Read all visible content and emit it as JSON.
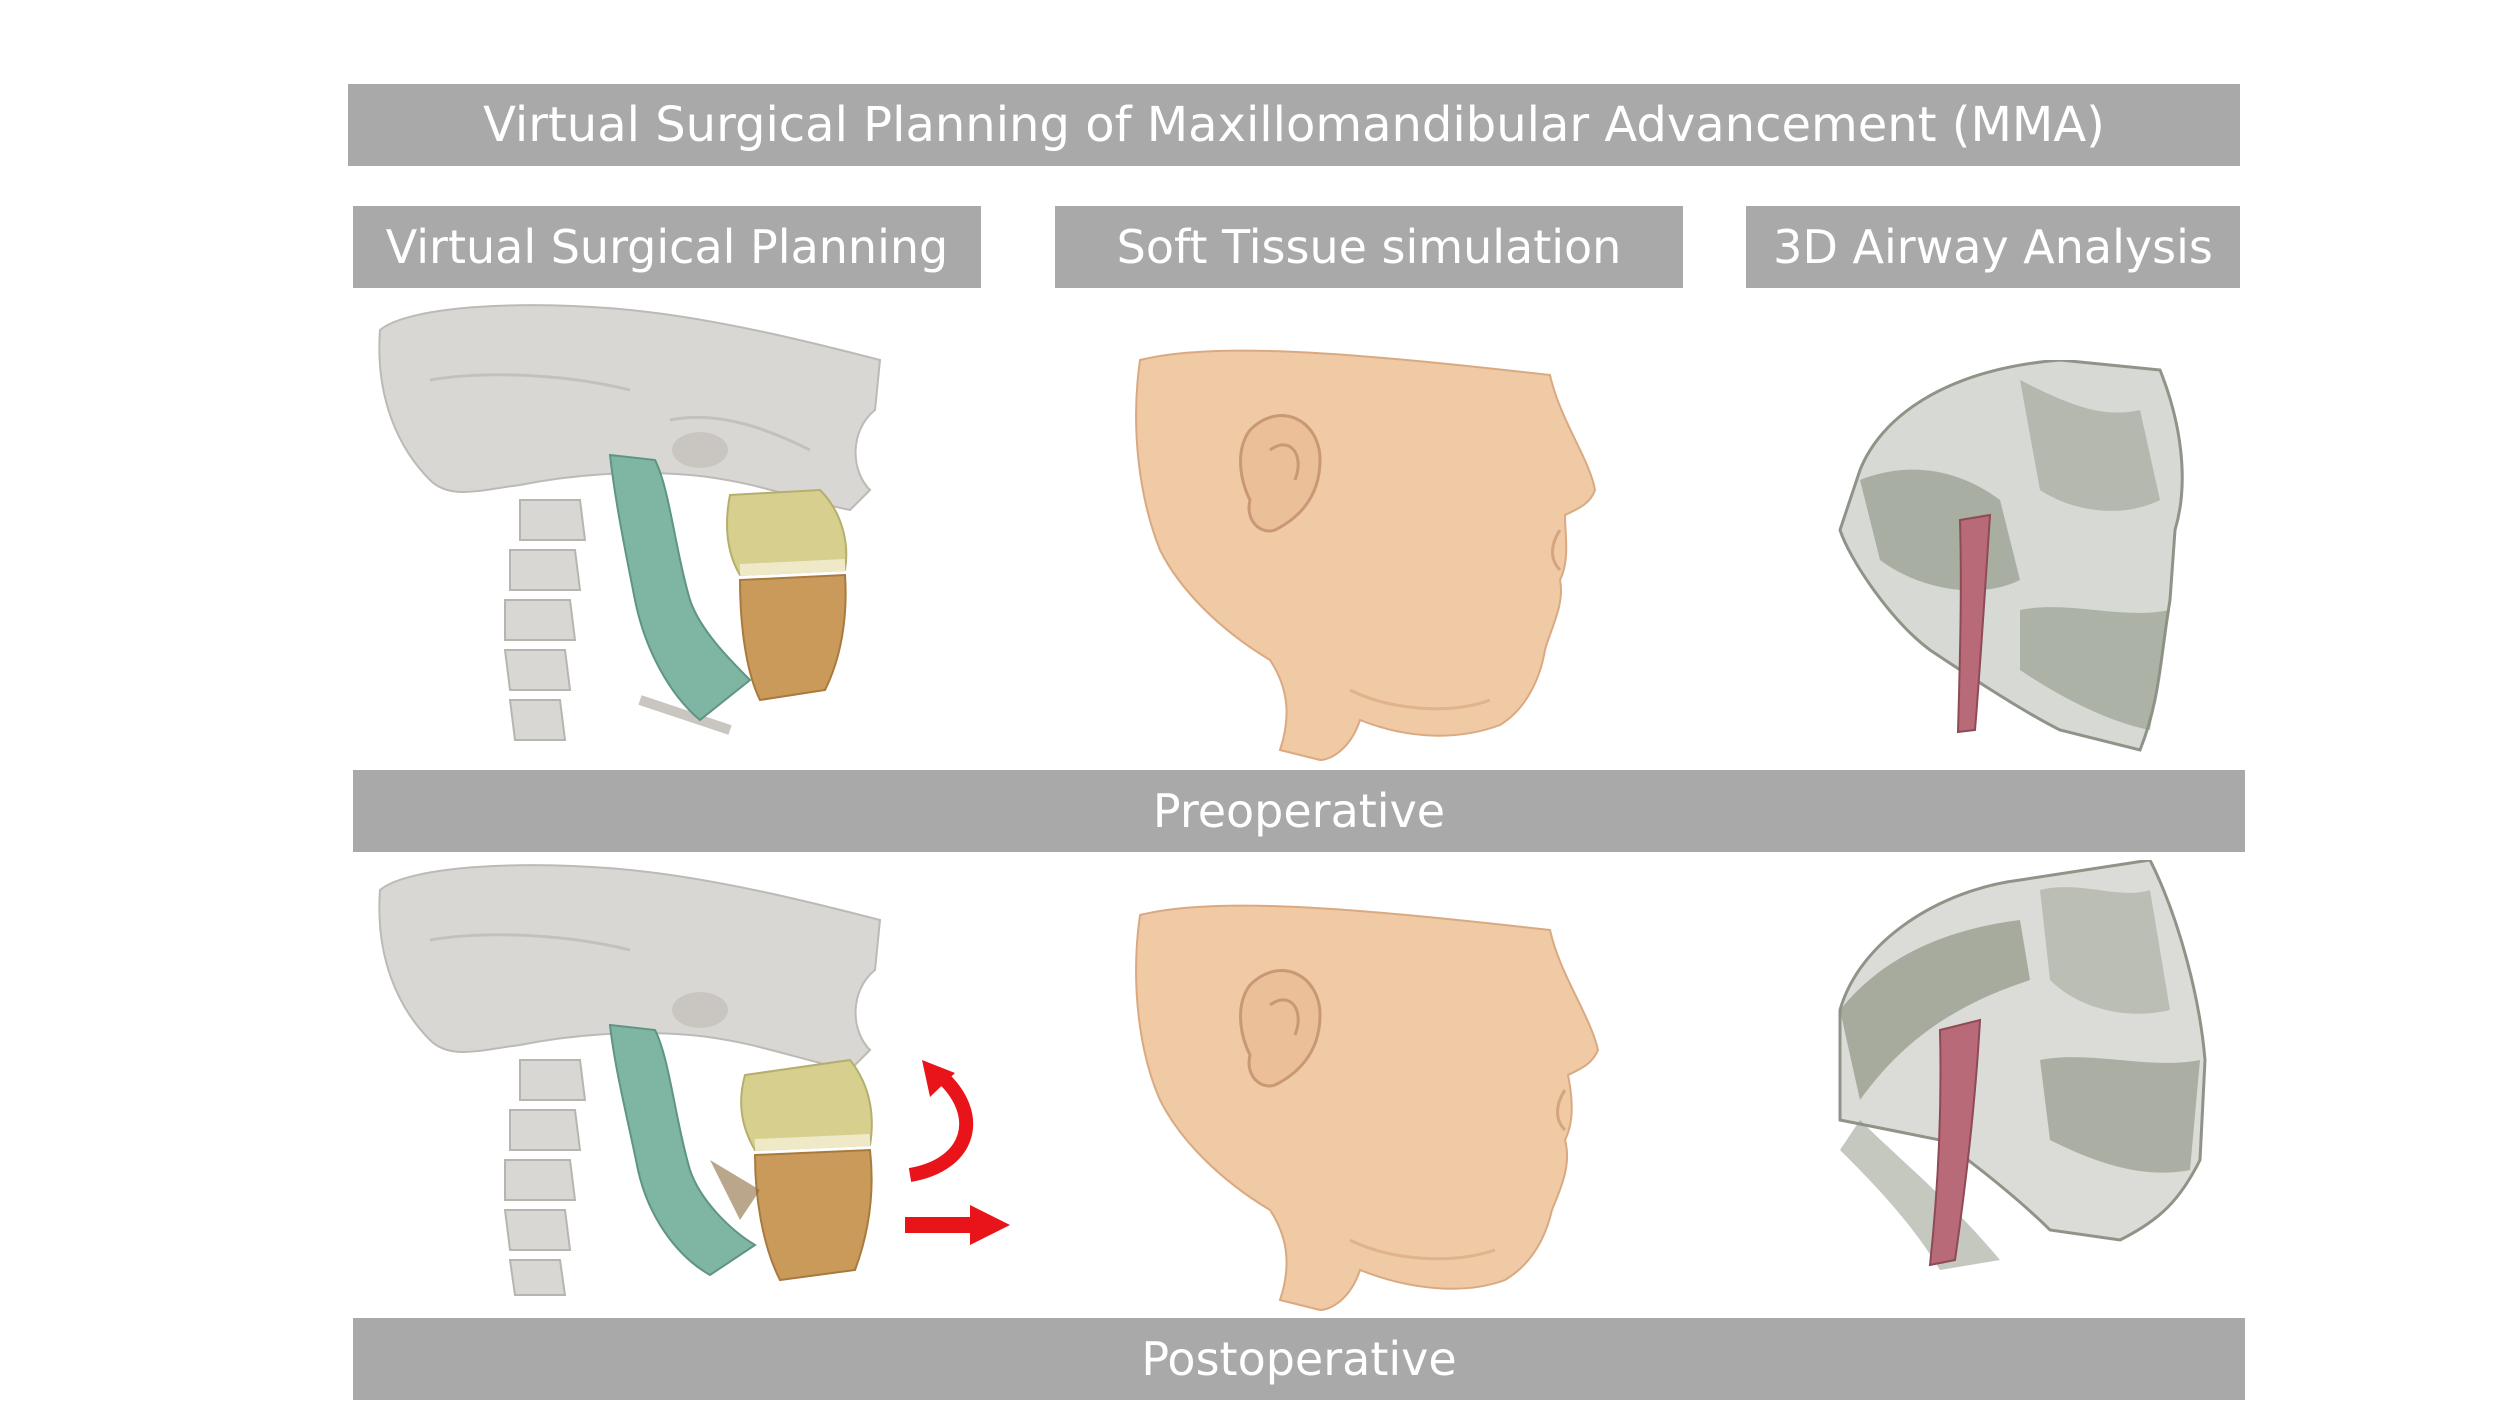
{
  "title": "Virtual Surgical Planning of Maxillomandibular Advancement (MMA)",
  "columns": {
    "vsp": "Virtual Surgical Planning",
    "soft_tissue": "Soft Tissue simulation",
    "airway": "3D Airway Analysis"
  },
  "rows": {
    "preoperative": "Preoperative",
    "postoperative": "Postoperative"
  },
  "colors": {
    "bar": "#a9a9a9",
    "bar_text": "#ffffff",
    "skull": "#d9d7d4",
    "mandible_ramus": "#7fb5a3",
    "maxilla": "#d6cf8e",
    "mandible_body": "#c99a5a",
    "skin": "#f0c9a5",
    "airway_bone": "#8a9180",
    "airway_lumen": "#b86a78",
    "arrow": "#e8141a"
  },
  "icons": {
    "rotation_arrow": "curved-arrow-icon",
    "advancement_arrow": "right-arrow-icon"
  }
}
